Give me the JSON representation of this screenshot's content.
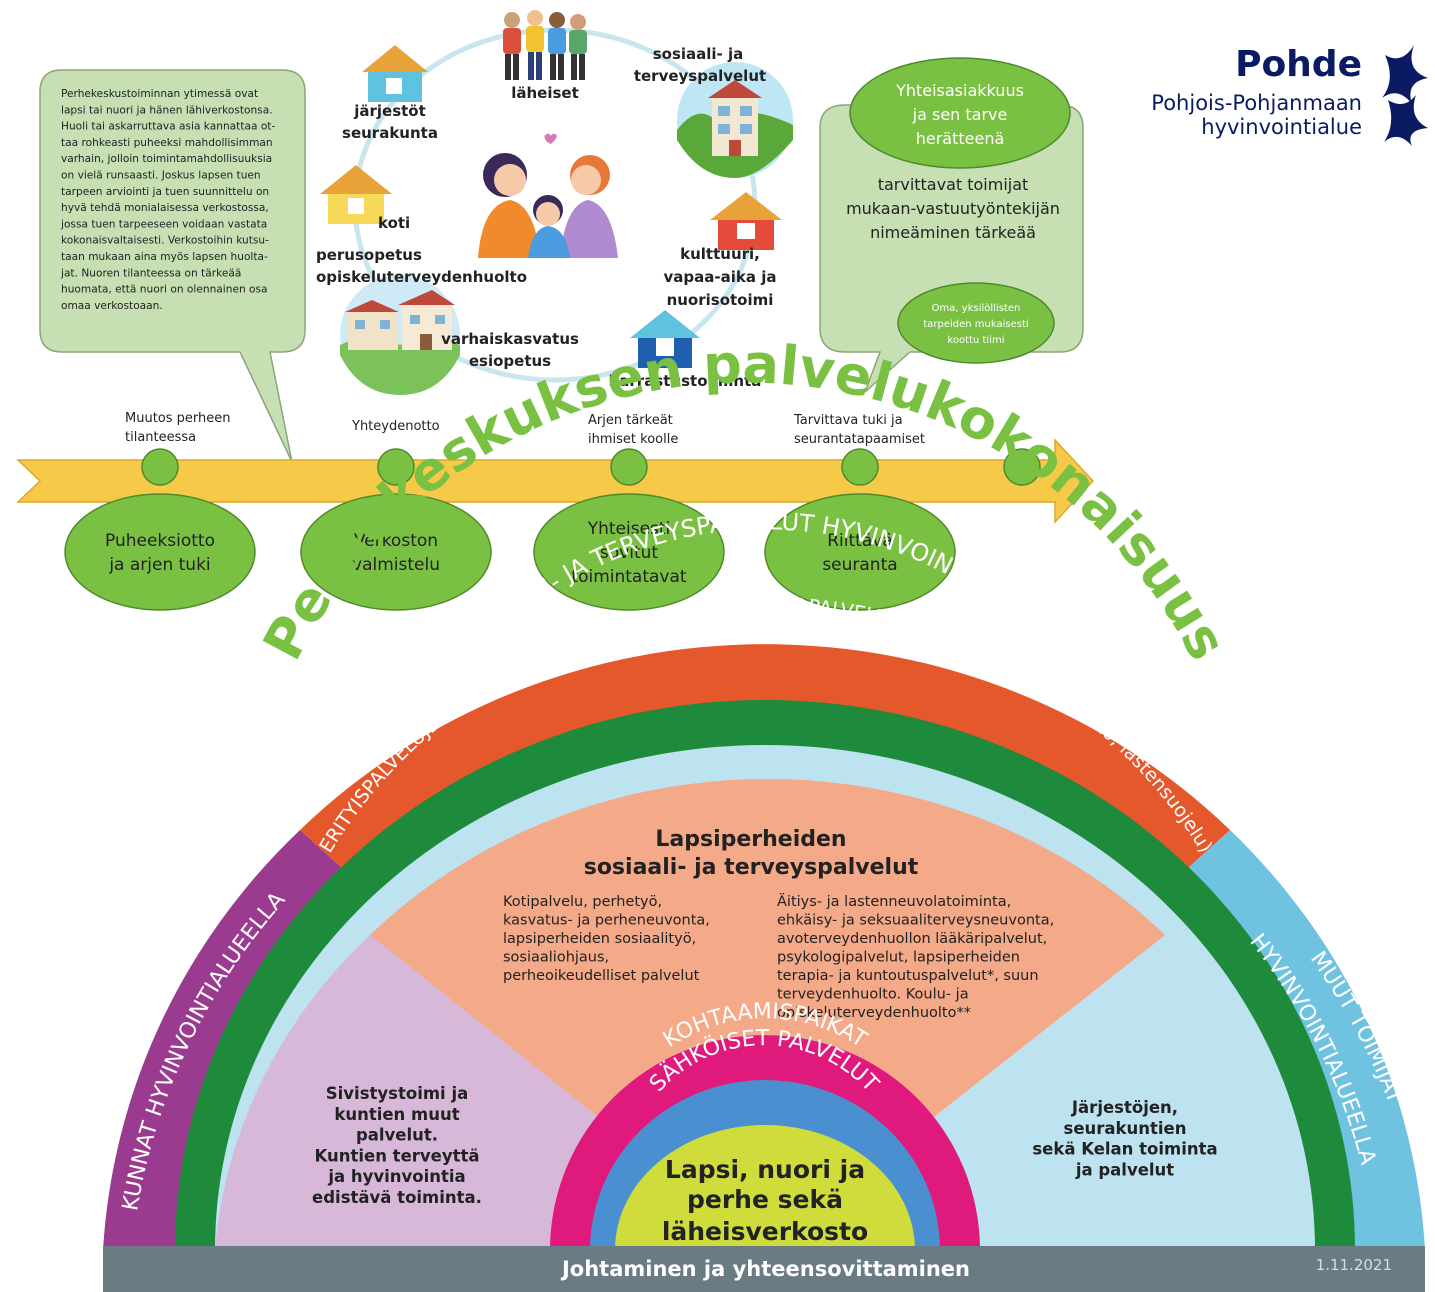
{
  "logo": {
    "name": "Pohde",
    "line1": "Pohjois-Pohjanmaan",
    "line2": "hyvinvointialue",
    "color": "#0a1a63"
  },
  "intro_bubble": {
    "lines": [
      "Perhekeskustoiminnan ytimessä ovat",
      "lapsi tai nuori ja hänen lähiverkostonsa.",
      "Huoli tai askarruttava asia kannattaa ot-",
      "taa rohkeasti puheeksi mahdollisimman",
      "varhain, jolloin toimintamahdollisuuksia",
      "on vielä runsaasti. Joskus lapsen tuen",
      "tarpeen arviointi ja tuen suunnittelu on",
      "hyvä tehdä monialaisessa verkostossa,",
      "jossa tuen tarpeeseen voidaan vastata",
      "kokonaisvaltaisesti. Verkostoihin kutsu-",
      "taan mukaan aina myös lapsen huolta-",
      "jat. Nuoren tilanteessa on tärkeää",
      "huomata, että nuori on olennainen osa",
      "omaa verkostoaan."
    ]
  },
  "network": {
    "laheiset": "läheiset",
    "sote_1": "sosiaali- ja",
    "sote_2": "terveyspalvelut",
    "jarjestot": "järjestöt",
    "seurakunta": "seurakunta",
    "koti": "koti",
    "kulttuuri_1": "kulttuuri,",
    "kulttuuri_2": "vapaa-aika ja",
    "kulttuuri_3": "nuorisotoimi",
    "perusopetus": "perusopetus",
    "opiskelu": "opiskeluterveydenhuolto",
    "varhais": "varhaiskasvatus",
    "esiopetus": "esiopetus",
    "harrastus": "harrastustoiminta"
  },
  "right_bubble": {
    "top_1": "Yhteisasiakkuus",
    "top_2": "ja sen tarve",
    "top_3": "herätteenä",
    "mid_1": "tarvittavat toimijat",
    "mid_2": "mukaan-vastuutyöntekijän",
    "mid_3": "nimeäminen tärkeää",
    "bottom_1": "Oma, yksilöllisten",
    "bottom_2": "tarpeiden mukaisesti",
    "bottom_3": "koottu tiimi"
  },
  "timeline": {
    "labels": [
      [
        "Muutos perheen",
        "tilanteessa"
      ],
      [
        "Yhteydenotto"
      ],
      [
        "Arjen tärkeät",
        "ihmiset koolle"
      ],
      [
        "Tarvittava tuki ja",
        "seurantatapaamiset"
      ]
    ],
    "steps": [
      [
        "Puheeksiotto",
        "ja arjen tuki"
      ],
      [
        "Verkoston",
        "valmistelu"
      ],
      [
        "Yhteisesti",
        "sovitut",
        "toimintatavat"
      ],
      [
        "Riittävä",
        "seuranta"
      ]
    ]
  },
  "rainbow": {
    "title": "Perhekeskuksen palvelukokonaisuus",
    "orange_arc": "SOSIAALI- JA TERVEYSPALVELUT HYVINVOINTIALUEELLA",
    "green_arc": "ERITYISPALVELUJEN TUKI, KONSULTAATIOT JA JALKAUTUVAT PALVELUT (mm. erikoissairaanhoito, lastensuojelu)",
    "left_arc": "KUNNAT HYVINVOINTIALUEELLA",
    "right_arc_1": "MUUT TOIMIJAT",
    "right_arc_2": "HYVINVOINTIALUEELLA",
    "center_title_1": "Lapsiperheiden",
    "center_title_2": "sosiaali- ja terveyspalvelut",
    "center_left": [
      "Kotipalvelu, perhetyö,",
      "kasvatus- ja perheneuvonta,",
      "lapsiperheiden sosiaalityö,",
      "sosiaaliohjaus,",
      "perheoikeudelliset palvelut"
    ],
    "center_right": [
      "Äitiys- ja lastenneuvolatoiminta,",
      "ehkäisy- ja seksuaaliterveysneuvonta,",
      "avoterveydenhuollon lääkäripalvelut,",
      "psykologipalvelut, lapsiperheiden",
      "terapia- ja kuntoutuspalvelut*, suun",
      "terveydenhuolto. Koulu- ja",
      "opiskeluterveydenhuolto**"
    ],
    "left_sector": [
      "Sivistystoimi ja",
      "kuntien muut",
      "palvelut.",
      "Kuntien terveyttä",
      "ja hyvinvointia",
      "edistävä toiminta."
    ],
    "right_sector": [
      "Järjestöjen,",
      "seurakuntien",
      "sekä Kelan toiminta",
      "ja palvelut"
    ],
    "kohtaamis": "KOHTAAMISPAIKAT",
    "sahkoiset": "SÄHKÖISET PALVELUT",
    "core_1": "Lapsi, nuori ja",
    "core_2": "perhe sekä",
    "core_3": "läheisverkosto",
    "footer": "Johtaminen ja yhteensovittaminen",
    "date": "1.11.2021"
  },
  "colors": {
    "green": "#7ac143",
    "bubble": "#c6e0b4",
    "arrow": "#f7c948",
    "orange": "#e4582b",
    "dark_green": "#1e8a3c",
    "purple": "#9b3b8f",
    "light_blue": "#6fc3e0",
    "salmon": "#f4a988",
    "lilac": "#d7b8d9",
    "pale_blue": "#bde2f0",
    "magenta": "#e0197d",
    "blue": "#4a8fd0",
    "yellow_green": "#cfdc3c",
    "footer": "#6b7b83"
  }
}
